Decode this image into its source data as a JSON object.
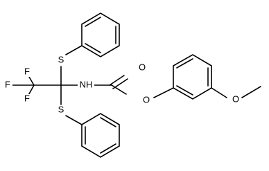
{
  "atoms": {
    "f1": "F",
    "f2": "F",
    "f3": "F",
    "s_top": "S",
    "s_bottom": "S",
    "nh": "NH",
    "o_carbonyl": "O",
    "o_ester": "O",
    "o_methoxy": "O"
  }
}
